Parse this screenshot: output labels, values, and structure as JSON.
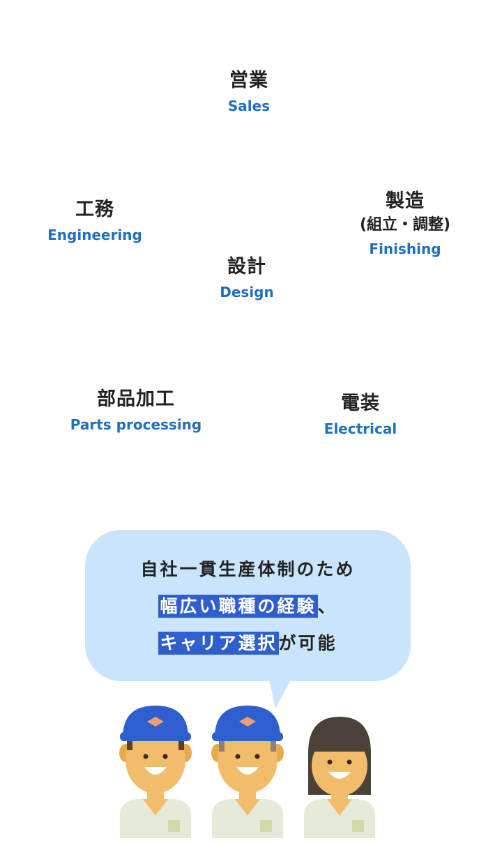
{
  "departments": {
    "sales": {
      "jp": "営業",
      "en": "Sales"
    },
    "engineering": {
      "jp": "工務",
      "en": "Engineering"
    },
    "finishing": {
      "jp": "製造",
      "jp_sub": "(組立・調整)",
      "en": "Finishing"
    },
    "design": {
      "jp": "設計",
      "en": "Design"
    },
    "parts": {
      "jp": "部品加工",
      "en": "Parts processing"
    },
    "electrical": {
      "jp": "電装",
      "en": "Electrical"
    }
  },
  "bubble": {
    "line1": "自社一貫生産体制のため",
    "line2_highlight": "幅広い職種の経験",
    "line2_rest": "、",
    "line3_highlight": "キャリア選択",
    "line3_rest": "が可能"
  },
  "colors": {
    "accent_blue": "#1f6fc0",
    "bubble_bg": "#c9e4fb",
    "highlight_bg": "#2f5fcf",
    "cap": "#2f5fcf",
    "skin": "#f2bd6b",
    "uniform": "#e6ead8"
  },
  "illustration": {
    "figures": [
      "worker-cap",
      "worker-cap",
      "worker-woman"
    ]
  }
}
